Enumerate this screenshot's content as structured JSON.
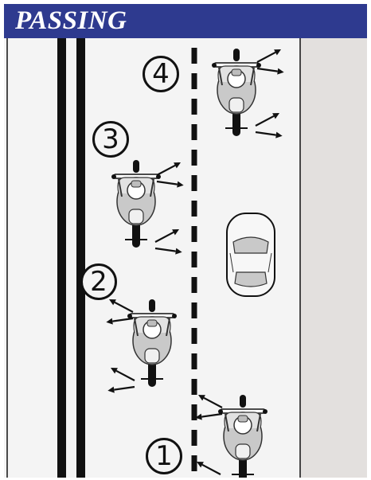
{
  "title": "PASSING",
  "steps": [
    "1",
    "2",
    "3",
    "4"
  ],
  "colors": {
    "banner": "#2e3a8f",
    "banner_text": "#ffffff",
    "road": "#f4f4f4",
    "shoulder": "#e3e0de",
    "lines": "#111111"
  },
  "icons": [
    "motorcycle-icon",
    "car-icon",
    "direction-arrow-icon"
  ]
}
